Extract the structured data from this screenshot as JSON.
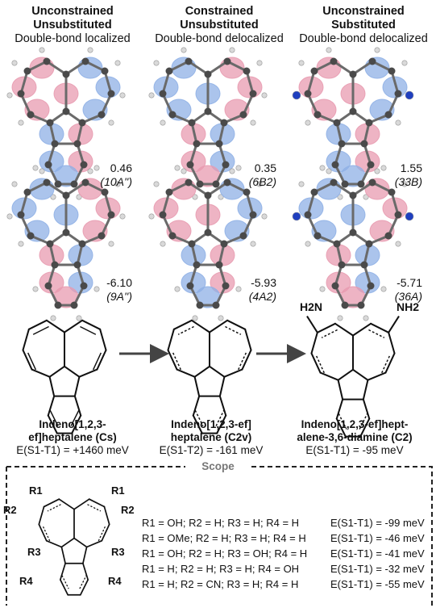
{
  "headers": [
    {
      "line1": "Unconstrained",
      "line2": "Unsubstituted",
      "line3": "Double-bond localized"
    },
    {
      "line1": "Constrained",
      "line2": "Unsubstituted",
      "line3": "Double-bond delocalized"
    },
    {
      "line1": "Unconstrained",
      "line2": "Substituted",
      "line3": "Double-bond delocalized"
    }
  ],
  "orbitals": {
    "top": [
      {
        "value": "0.46",
        "state": "(10A'')"
      },
      {
        "value": "0.35",
        "state": "(6B2)"
      },
      {
        "value": "1.55",
        "state": "(33B)"
      }
    ],
    "bottom": [
      {
        "value": "-6.10",
        "state": "(9A'')"
      },
      {
        "value": "-5.93",
        "state": "(4A2)"
      },
      {
        "value": "-5.71",
        "state": "(36A)"
      }
    ]
  },
  "compounds": [
    {
      "name1": "Indeno[1,2,3-",
      "name2": "ef]heptalene (Cs)",
      "energy": "E(S1-T1) = +1460 meV"
    },
    {
      "name1": "Indeno[1,2,3-ef]",
      "name2": "heptalene (C2v)",
      "energy": "E(S1-T2) = -161 meV"
    },
    {
      "name1": "Indeno[1,2,3-ef]hept-",
      "name2": "alene-3,6-diamine (C2)",
      "energy": "E(S1-T1) = -95 meV"
    }
  ],
  "substituent_labels": {
    "left": "H2N",
    "right": "NH2"
  },
  "scope": {
    "title": "Scope",
    "r_labels": [
      "R1",
      "R1",
      "R2",
      "R2",
      "R3",
      "R3",
      "R4",
      "R4"
    ],
    "rows": [
      {
        "text": "R1 = OH; R2 = H; R3 = H; R4 = H",
        "energy": "E(S1-T1) = -99 meV"
      },
      {
        "text": "R1 = OMe; R2 = H; R3 = H; R4 = H",
        "energy": "E(S1-T1) = -46 meV"
      },
      {
        "text": "R1 = OH; R2 = H; R3 = OH; R4 = H",
        "energy": "E(S1-T1) = -41 meV"
      },
      {
        "text": "R1 = H; R2 = H; R3 = H; R4 = OH",
        "energy": "E(S1-T1) = -32 meV"
      },
      {
        "text": "R1 = H; R2 = CN; R3 = H; R4 = H",
        "energy": "E(S1-T1) = -55 meV"
      }
    ]
  },
  "colors": {
    "lobe_positive": "#e89bb0",
    "lobe_negative": "#8fb0e6",
    "atom_carbon": "#4a4a4a",
    "atom_hydrogen": "#d9d9d9",
    "atom_nitrogen": "#1f3fbf",
    "arrow": "#444444"
  }
}
